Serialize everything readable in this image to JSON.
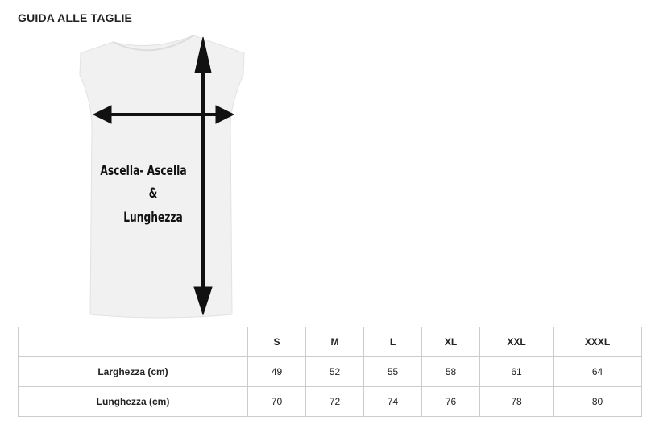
{
  "title": "GUIDA ALLE TAGLIE",
  "figure": {
    "line1": "Ascella- Ascella",
    "line2": "&",
    "line3": "Lunghezza"
  },
  "table": {
    "sizes": [
      "S",
      "M",
      "L",
      "XL",
      "XXL",
      "XXXL"
    ],
    "rows": [
      {
        "label": "Larghezza (cm)",
        "values": [
          "49",
          "52",
          "55",
          "58",
          "61",
          "64"
        ]
      },
      {
        "label": "Lunghezza (cm)",
        "values": [
          "70",
          "72",
          "74",
          "76",
          "78",
          "80"
        ]
      }
    ]
  }
}
